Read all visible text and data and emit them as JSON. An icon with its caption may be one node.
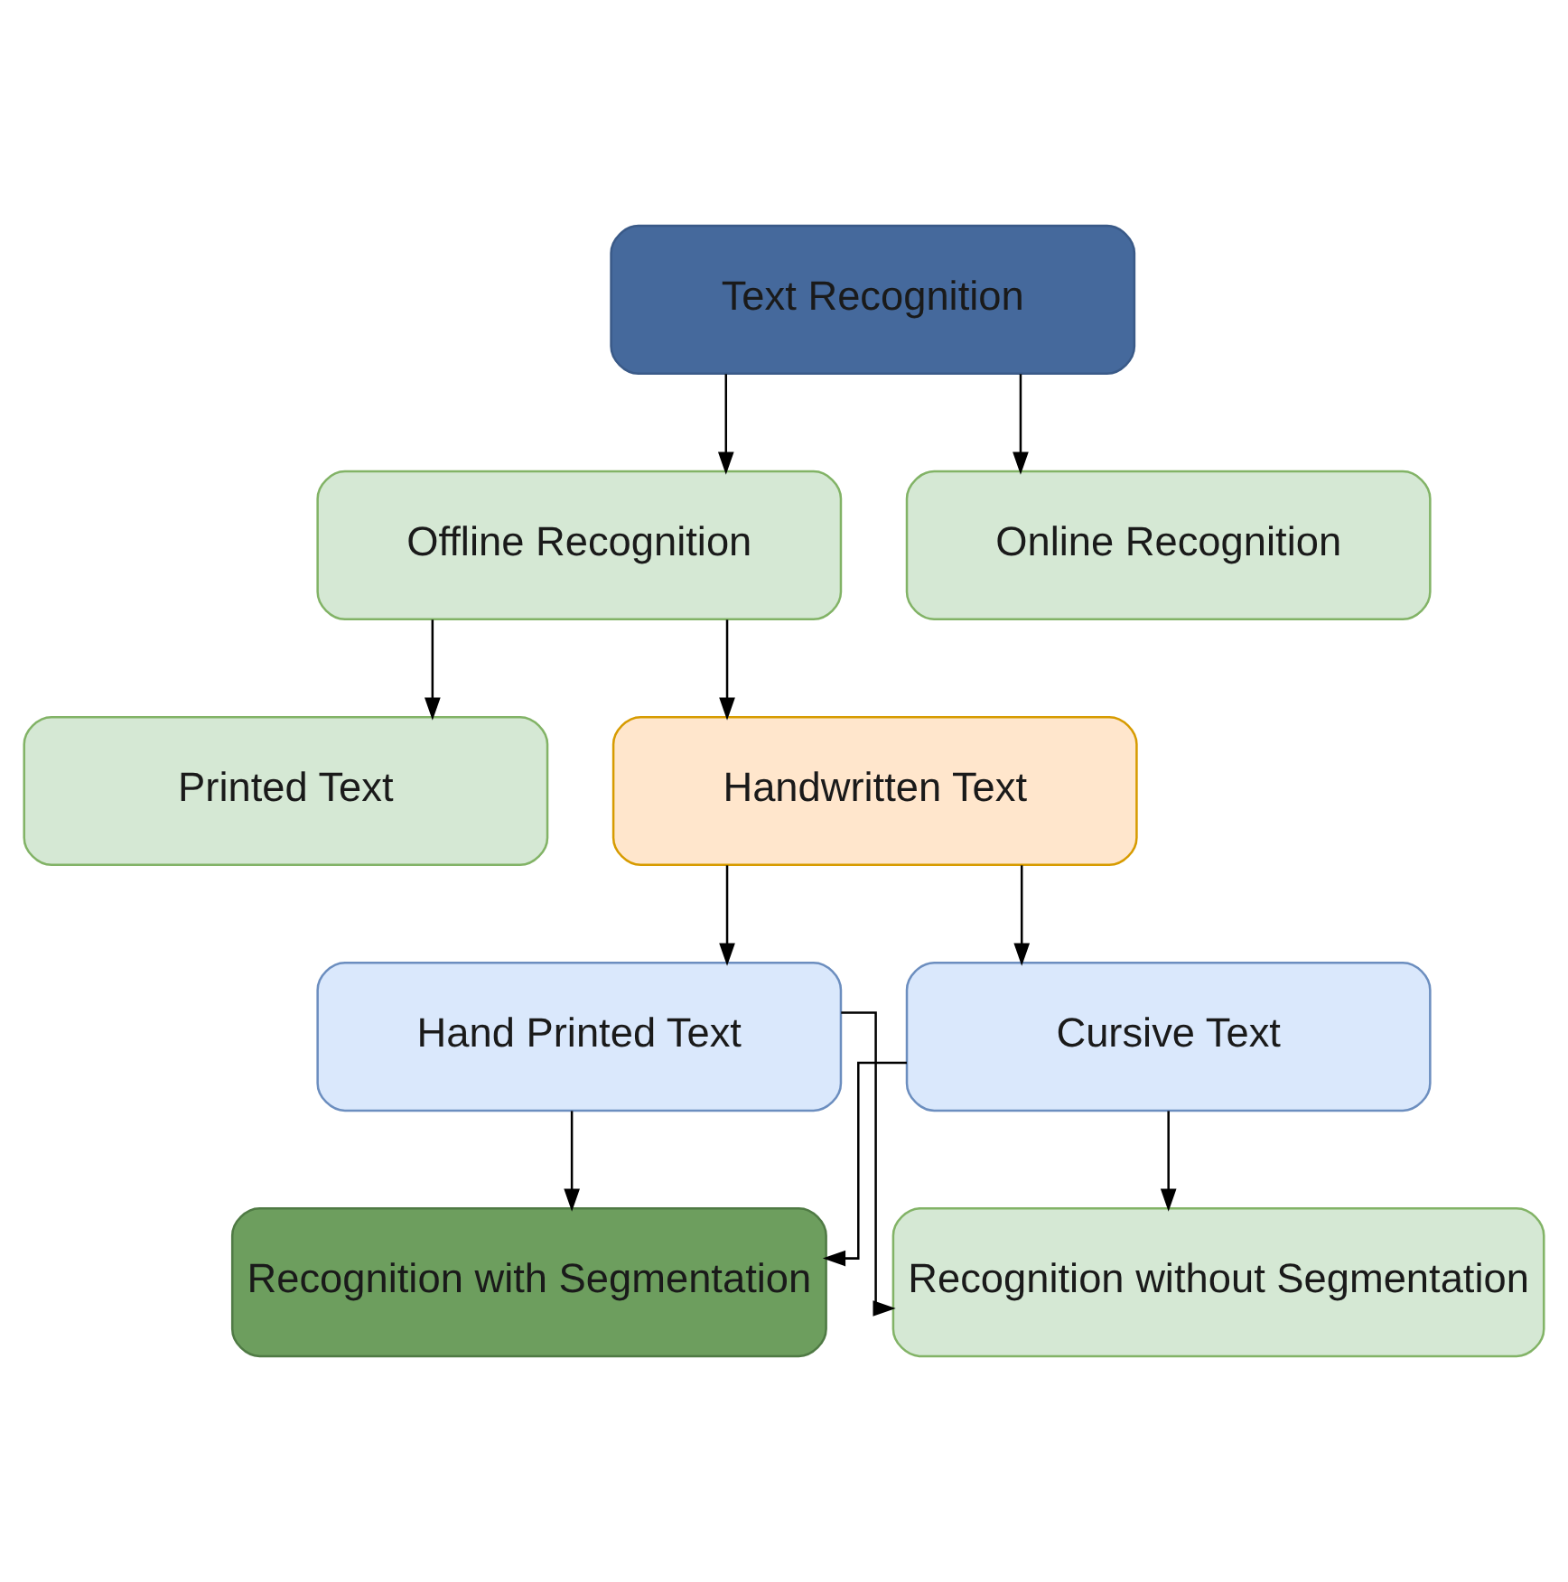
{
  "diagram": {
    "nodes": [
      {
        "text": [
          "Text Recognition"
        ]
      },
      {
        "text": [
          "Offline Recognition"
        ]
      },
      {
        "text": [
          "Online Recognition"
        ]
      },
      {
        "text": [
          "Printed Text"
        ]
      },
      {
        "text": [
          "Handwritten Text"
        ]
      },
      {
        "text": [
          "Hand Printed Text"
        ]
      },
      {
        "text": [
          "Cursive Text"
        ]
      },
      {
        "text": [
          "Recognition with Segmentation"
        ]
      },
      {
        "text": [
          "Recognition without Segmentation"
        ]
      }
    ],
    "edges": [
      {
        "from": 0,
        "to": 1,
        "arrow": "to"
      },
      {
        "from": 0,
        "to": 2,
        "arrow": "to"
      },
      {
        "from": 1,
        "to": 3,
        "arrow": "to"
      },
      {
        "from": 1,
        "to": 4,
        "arrow": "to"
      },
      {
        "from": 4,
        "to": 5,
        "arrow": "to"
      },
      {
        "from": 4,
        "to": 6,
        "arrow": "to"
      },
      {
        "from": 5,
        "to": 7,
        "arrow": "to"
      },
      {
        "from": 5,
        "to": 8,
        "arrow": "to"
      },
      {
        "from": 6,
        "to": 7,
        "arrow": "to"
      },
      {
        "from": 6,
        "to": 8,
        "arrow": "to"
      }
    ]
  }
}
